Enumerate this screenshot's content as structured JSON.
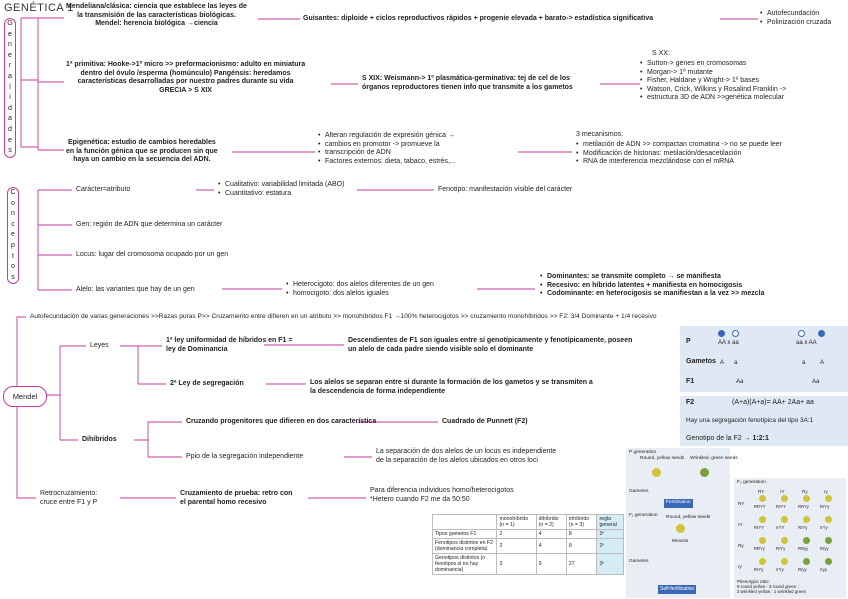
{
  "title": "GENÉTICA 1",
  "labels": {
    "generalidades": [
      "G",
      "e",
      "n",
      "e",
      "r",
      "a",
      "l",
      "i",
      "d",
      "a",
      "d",
      "e",
      "s"
    ],
    "conceptos": [
      "C",
      "o",
      "n",
      "c",
      "e",
      "p",
      "t",
      "o",
      "s"
    ],
    "mendel": "Mendel"
  },
  "gen": {
    "mendeliana_1": "Mendeliana/clásica: ciencia que establece las leyes de",
    "mendeliana_2": "la transmisión de las características biológicas.",
    "mendeliana_3": "Mendel: herencia biológica →ciencia",
    "guisantes": "Guisantes: diploide + ciclos reproductivos rápidos + progenie elevada + barato-> estadística significativa",
    "guisantes_bullets": [
      "Autofecundación",
      "Polinización cruzada"
    ],
    "primitiva_1": "1ª primitiva: Hooke->1º micro >> preformacionismo: adulto en miniatura",
    "primitiva_2": "dentro del óvulo /esperma (homúnculo) Pangénsis: heredamos",
    "primitiva_3": "características desarrolladas por nuestro padres durante su vida",
    "primitiva_4": "GRECIA > S XIX",
    "sxix_1": "S XIX: Weismann-> 1º plasmática-germinativa: tej de cel de los",
    "sxix_2": "órganos reproductores tienen info que transmite a los gametos",
    "sxx_head": "S XX:",
    "sxx_bullets": [
      "Sutton-> genes en cromosomas",
      "Morgan-> 1º mutante",
      "Fisher, Haldane y Wright-> 1º bases",
      "Watson, Crick, Wilkins y Rosalind Franklin ->",
      "estructura 3D de ADN >>genética molecular"
    ],
    "epi_1": "Epigenética: estudio de cambios heredables",
    "epi_2": "en la función génica que se producen sin que",
    "epi_3": "haya un cambio en la secuencia del ADN.",
    "epi_bullets": [
      "Alteran regulación de expresión génica →",
      "cambios en promotor -> promueve la",
      "transcripción de ADN",
      "Factores externos: dieta, tabaco, estrés,..."
    ],
    "mec_head": "3 mecanismos:",
    "mec_bullets": [
      "metilación de ADN >> compactan cromatina -> no se puede leer",
      "Modificación de histonas: metilación/desacetilación",
      "RNA de interferencia mezclándose con el mRNA"
    ]
  },
  "con": {
    "caracter": "Carácter=atributo",
    "caracter_bullets": [
      "Cualitativo: variabilidad limitada (ABO)",
      "Cuantitativo: estatura"
    ],
    "fenotipo": "Fenotipo: manifestación visible del carácter",
    "gen": "Gen: región de ADN que determina un carácter",
    "locus": "Locus: lugar del cromosoma ocupado por un gen",
    "alelo": "Alelo: las variantes que hay de un gen",
    "alelo_bullets": [
      "Heterocigoto: dos alelos diferentes de un gen",
      "homocigoto: dos alelos iguales"
    ],
    "dom_bullets": [
      "Dominantes: se transmite completo → se manifiesta",
      "Recesivo: en híbrido latentes + manifiesta en homocigosis",
      "Codominante: en heterocigosis se manifiestan a la vez >> mezcla"
    ]
  },
  "men": {
    "autofec": "Autofecundación de varias generaciones >>Razas puras P>> Cruzamiento entre difieren en un atributo >> monohíbridos F1 →100% heterocigotos >> cruzamiento monohíbridos >> F2: 3/4 Dominante + 1/4 recesivo",
    "leyes": "Leyes",
    "ley1_1": "1ª ley uniformidad de híbridos en F1 =",
    "ley1_2": "ley de Dominancia",
    "ley1d_1": "Descendientes de F1 son iguales entre sí genotípicamente y fenotípicamente, poseen",
    "ley1d_2": "un alelo de cada padre siendo visible solo el dominante",
    "ley2": "2ª Ley de segregación",
    "ley2d_1": "Los alelos se separan entre sí durante la formación de los gametos y se transmiten a",
    "ley2d_2": "la descendencia de forma independiente",
    "dihibridos": "Dihíbridos",
    "cruzando": "Cruzando progenitores que difieren en dos característica",
    "punnett": "Cuadrado de Punnett (F2)",
    "ppio": "Ppio de la segregación independiente",
    "ppiod_1": "La separación de dos alelos de un locus es independiente",
    "ppiod_2": "de la separación de los alelos ubicados en otros loci",
    "retro_1": "Retrocruzamiento:",
    "retro_2": "cruce entre F1 y P",
    "prueba_1": "Cruzamiento de prueba: retro con",
    "prueba_2": "el parental homo recesivo",
    "dif_1": "Para diferencia individuos homo/heterocigotos",
    "dif_2": "*Hetero cuando F2 me da 50:50"
  },
  "panelP": {
    "p": "P",
    "aa1": "AA x aa",
    "aa2": "aa x AA",
    "gametos": "Gametos",
    "g1": "A",
    "g2": "a",
    "g3": "a",
    "g4": "A",
    "f1": "F1",
    "f1a": "Aa",
    "f1b": "Aa"
  },
  "panelF2": {
    "f2": "F2",
    "eq": "(A+a)(A+a)= AA+ 2Aa+ aa",
    "seg": "Hay una segregación fenotípica del tipo 3A:1",
    "gen_prefix": "Genotipo de la F2",
    "gen_ratio": "1:2:1"
  },
  "table": {
    "header": [
      "",
      "monohíbrido (n = 1)",
      "dihíbrido (n = 2)",
      "trihíbrido (n = 3)",
      "regla general"
    ],
    "rows": [
      [
        "Tipos gametos F1",
        "2",
        "4",
        "8",
        "2ⁿ"
      ],
      [
        "Fenotipos distintos en F2 (dominancia completa)",
        "2",
        "4",
        "8",
        "2ⁿ"
      ],
      [
        "Genotipos distintos (o fenotipos si no hay dominancia)",
        "3",
        "9",
        "27",
        "3ⁿ"
      ]
    ]
  },
  "pea": {
    "pgen": "P generation",
    "round": "Round, yellow seeds",
    "wrinkled": "Wrinkled, green seeds",
    "gametes": "Gametes",
    "fert": "Fertilization",
    "f1gen": "F₁ generation",
    "f1seeds": "Round, yellow seeds",
    "meiosis": "Meiosis",
    "selffert": "Self-fertilization",
    "f2gen": "F₂ generation",
    "ratio_1": "Phenotypic ratio:",
    "ratio_2": "9 round yellow : 3 round green :",
    "ratio_3": "3 wrinkled yellow : 1 wrinkled green",
    "gametes_hdr": [
      "RY",
      "rY",
      "Ry",
      "ry"
    ],
    "grid": [
      [
        "RRYY",
        "RrYY",
        "RRYy",
        "RrYy"
      ],
      [
        "RrYY",
        "rrYY",
        "RrYy",
        "rrYy"
      ],
      [
        "RRYy",
        "RrYy",
        "RRyy",
        "Rryy"
      ],
      [
        "RrYy",
        "rrYy",
        "Rryy",
        "rryy"
      ]
    ]
  },
  "colors": {
    "accent": "#c83a9e",
    "panel": "#dfe8f4",
    "dot": "#3a68b8",
    "pea": "#d1c33a"
  }
}
